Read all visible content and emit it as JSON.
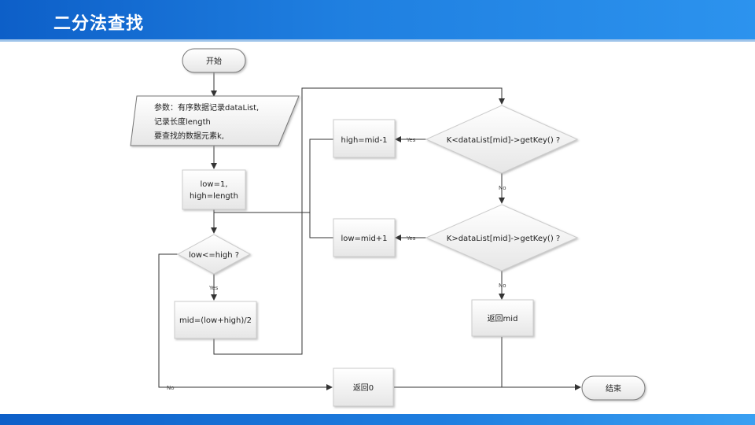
{
  "header": {
    "title": "二分法查找"
  },
  "flow": {
    "start": "开始",
    "params": [
      "参数：有序数据记录dataList,",
      "记录长度length",
      "要查找的数据元素k,"
    ],
    "init": [
      "low=1,",
      "high=length"
    ],
    "loop_cond": "low<=high ?",
    "mid_calc": "mid=(low+high)/2",
    "cmp_less": "K<dataList[mid]->getKey() ?",
    "cmp_greater": "K>dataList[mid]->getKey() ?",
    "set_high": "high=mid-1",
    "set_low": "low=mid+1",
    "return_mid": "返回mid",
    "return_zero": "返回0",
    "end": "结束",
    "yes": "Yes",
    "no": "No"
  }
}
